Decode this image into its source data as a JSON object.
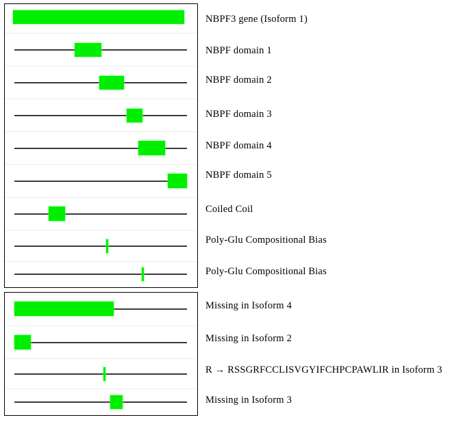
{
  "figure": {
    "type": "protein-domain-diagram",
    "colors": {
      "feature_green": "#00ee00",
      "axis_line": "#3a3a3a",
      "panel_border": "#000000",
      "row_separator": "#ededed",
      "background": "#ffffff",
      "text": "#000000"
    }
  },
  "panels": [
    {
      "name": "domains-panel",
      "rows": [
        {
          "id": "row-isoform1",
          "label": "NBPF3  gene (Isoform  1)",
          "render": "full-bar",
          "bar": {
            "start_pct": 0.0,
            "end_pct": 100.0
          }
        },
        {
          "id": "row-nbpf-domain-1",
          "label": "NBPF  domain 1",
          "render": "axis-box",
          "feature": {
            "start_pct": 35.0,
            "end_pct": 50.0
          }
        },
        {
          "id": "row-nbpf-domain-2",
          "label": "NBPF  domain 2",
          "render": "axis-box",
          "feature": {
            "start_pct": 49.0,
            "end_pct": 63.0
          }
        },
        {
          "id": "row-nbpf-domain-3",
          "label": "NBPF  domain 3",
          "render": "axis-box",
          "feature": {
            "start_pct": 65.0,
            "end_pct": 74.0
          }
        },
        {
          "id": "row-nbpf-domain-4",
          "label": "NBPF  domain 4",
          "render": "axis-box",
          "feature": {
            "start_pct": 72.0,
            "end_pct": 87.5
          }
        },
        {
          "id": "row-nbpf-domain-5",
          "label": "NBPF  domain 5",
          "render": "axis-box",
          "feature": {
            "start_pct": 89.0,
            "end_pct": 100.0
          }
        },
        {
          "id": "row-coiled-coil",
          "label": "Coiled  Coil",
          "render": "axis-box",
          "feature": {
            "start_pct": 20.0,
            "end_pct": 29.5
          }
        },
        {
          "id": "row-poly-glu-1",
          "label": "Poly-Glu  Compositional  Bias",
          "render": "axis-tick",
          "feature": {
            "start_pct": 53.5,
            "end_pct": 54.7
          }
        },
        {
          "id": "row-poly-glu-2",
          "label": "Poly-Glu  Compositional  Bias",
          "render": "axis-tick",
          "feature": {
            "start_pct": 74.0,
            "end_pct": 75.2
          }
        }
      ]
    },
    {
      "name": "isoforms-panel",
      "rows": [
        {
          "id": "row-missing-isoform-4",
          "label": "Missing  in Isoform 4",
          "render": "axis-box",
          "feature": {
            "start_pct": 0.0,
            "end_pct": 57.5
          }
        },
        {
          "id": "row-missing-isoform-2",
          "label": "Missing  in Isoform 2",
          "render": "axis-box",
          "feature": {
            "start_pct": 0.0,
            "end_pct": 9.5
          }
        },
        {
          "id": "row-variant-isoform-3",
          "label": "R → RSSGRFCCLISVGYIFCHPCPAWLIR  in Isoform 3",
          "render": "axis-tick",
          "feature": {
            "start_pct": 51.5,
            "end_pct": 52.7
          }
        },
        {
          "id": "row-missing-isoform-3",
          "label": "Missing  in Isoform 3",
          "render": "axis-box",
          "feature": {
            "start_pct": 55.5,
            "end_pct": 62.5
          }
        }
      ]
    }
  ]
}
